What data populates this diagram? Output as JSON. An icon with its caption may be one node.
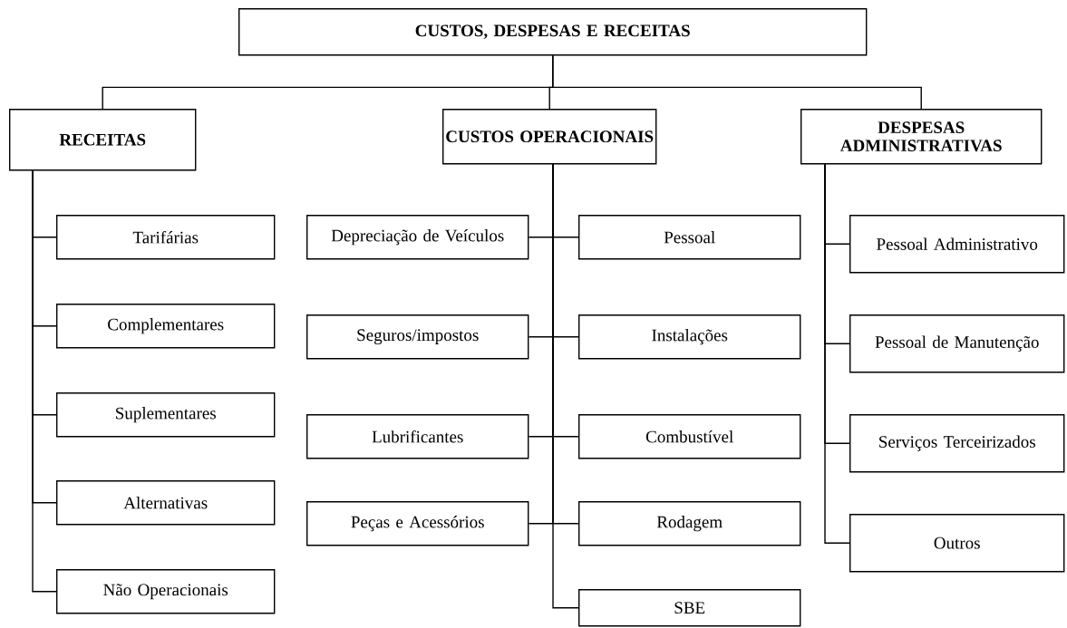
{
  "diagram": {
    "nodes": [
      {
        "text": [
          "CUSTOS, DESPESAS E RECEITAS"
        ]
      },
      {
        "text": [
          "RECEITAS"
        ]
      },
      {
        "text": [
          "CUSTOS OPERACIONAIS"
        ]
      },
      {
        "text": [
          "DESPESAS ADMINISTRATIVAS"
        ]
      },
      {
        "text": [
          "Tarifárias"
        ]
      },
      {
        "text": [
          "Complementares"
        ]
      },
      {
        "text": [
          "Suplementares"
        ]
      },
      {
        "text": [
          "Alternativas"
        ]
      },
      {
        "text": [
          "Não Operacionais"
        ]
      },
      {
        "text": [
          "Depreciação de Veículos"
        ]
      },
      {
        "text": [
          "Pessoal"
        ]
      },
      {
        "text": [
          "Seguros/impostos"
        ]
      },
      {
        "text": [
          "Instalações"
        ]
      },
      {
        "text": [
          "Lubrificantes"
        ]
      },
      {
        "text": [
          "Combustível"
        ]
      },
      {
        "text": [
          "Peças e Acessórios"
        ]
      },
      {
        "text": [
          "Rodagem"
        ]
      },
      {
        "text": [
          "SBE"
        ]
      },
      {
        "text": [
          "Pessoal Administrativo"
        ]
      },
      {
        "text": [
          "Pessoal de Manutenção"
        ]
      },
      {
        "text": [
          "Serviços Terceirizados"
        ]
      },
      {
        "text": [
          "Outros"
        ]
      }
    ],
    "edges": [
      {
        "from": 0,
        "to": 1,
        "arrow": "none"
      },
      {
        "from": 0,
        "to": 2,
        "arrow": "none"
      },
      {
        "from": 0,
        "to": 3,
        "arrow": "none"
      },
      {
        "from": 1,
        "to": 4,
        "arrow": "none"
      },
      {
        "from": 1,
        "to": 5,
        "arrow": "none"
      },
      {
        "from": 1,
        "to": 6,
        "arrow": "none"
      },
      {
        "from": 1,
        "to": 7,
        "arrow": "none"
      },
      {
        "from": 1,
        "to": 8,
        "arrow": "none"
      },
      {
        "from": 2,
        "to": 9,
        "arrow": "none"
      },
      {
        "from": 2,
        "to": 10,
        "arrow": "none"
      },
      {
        "from": 2,
        "to": 11,
        "arrow": "none"
      },
      {
        "from": 2,
        "to": 12,
        "arrow": "none"
      },
      {
        "from": 2,
        "to": 13,
        "arrow": "none"
      },
      {
        "from": 2,
        "to": 14,
        "arrow": "none"
      },
      {
        "from": 2,
        "to": 15,
        "arrow": "none"
      },
      {
        "from": 2,
        "to": 16,
        "arrow": "none"
      },
      {
        "from": 2,
        "to": 17,
        "arrow": "none"
      },
      {
        "from": 3,
        "to": 18,
        "arrow": "none"
      },
      {
        "from": 3,
        "to": 19,
        "arrow": "none"
      },
      {
        "from": 3,
        "to": 20,
        "arrow": "none"
      },
      {
        "from": 3,
        "to": 21,
        "arrow": "none"
      }
    ]
  }
}
